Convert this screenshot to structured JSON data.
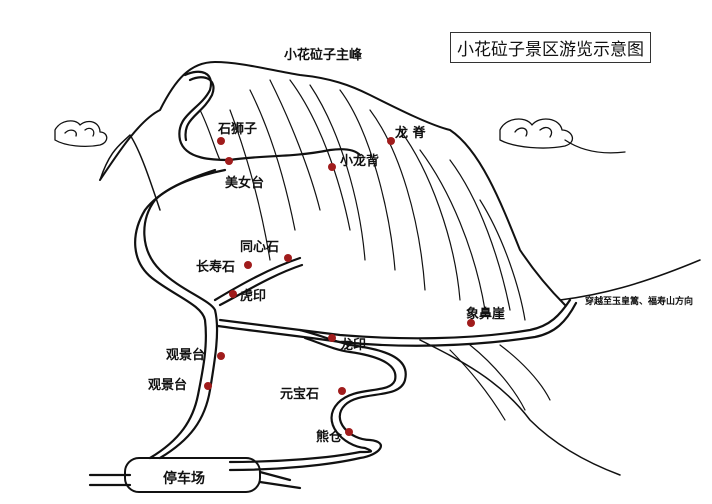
{
  "title": "小花砬子景区游览示意图",
  "colors": {
    "poi": "#a01c1c",
    "ink": "#111111"
  },
  "labels": {
    "peak": "小花砬子主峰",
    "shishizi": "石狮子",
    "meinvtai": "美女台",
    "xiaolongbei": "小龙背",
    "longji": "龙 脊",
    "tongxinshi": "同心石",
    "changshoushi": "长寿石",
    "huyin": "虎印",
    "xiangbiya": "象鼻崖",
    "direction": "穿越至玉皇篙、福寿山方向",
    "longyin": "龙印",
    "guanjingtai1": "观景台",
    "guanjingtai2": "观景台",
    "yuanbaoshi": "元宝石",
    "xiongcang": "熊仓",
    "parking": "停车场"
  }
}
